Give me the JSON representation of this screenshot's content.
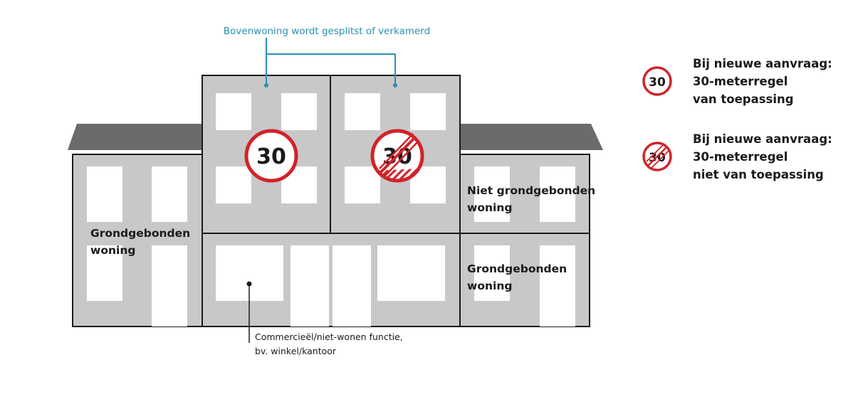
{
  "annotations": {
    "top_label": "Bovenwoning wordt gesplitst of verkamerd",
    "bottom_label_line1": "Commercieël/niet-wonen functie,",
    "bottom_label_line2": "bv. winkel/kantoor"
  },
  "buildings": {
    "left_label_line1": "Grondgebonden",
    "left_label_line2": "woning",
    "right_upper_label_line1": "Niet grondgebonden",
    "right_upper_label_line2": "woning",
    "right_lower_label_line1": "Grondgebonden",
    "right_lower_label_line2": "woning"
  },
  "signs": {
    "number": "30",
    "applicable_sign": "30",
    "not_applicable_sign": "30"
  },
  "legend": {
    "item1": {
      "sign": "30",
      "line1": "Bij nieuwe aanvraag:",
      "line2": "30-meterregel",
      "line3": "van toepassing"
    },
    "item2": {
      "sign": "30",
      "line1": "Bij nieuwe aanvraag:",
      "line2": "30-meterregel",
      "line3": "niet van toepassing"
    }
  },
  "colors": {
    "wall": "#c8c8c8",
    "roof": "#6b6b6b",
    "outline": "#1a1a1a",
    "window": "#ffffff",
    "sign_red": "#d1232a",
    "accent_teal": "#2a8fb0"
  }
}
